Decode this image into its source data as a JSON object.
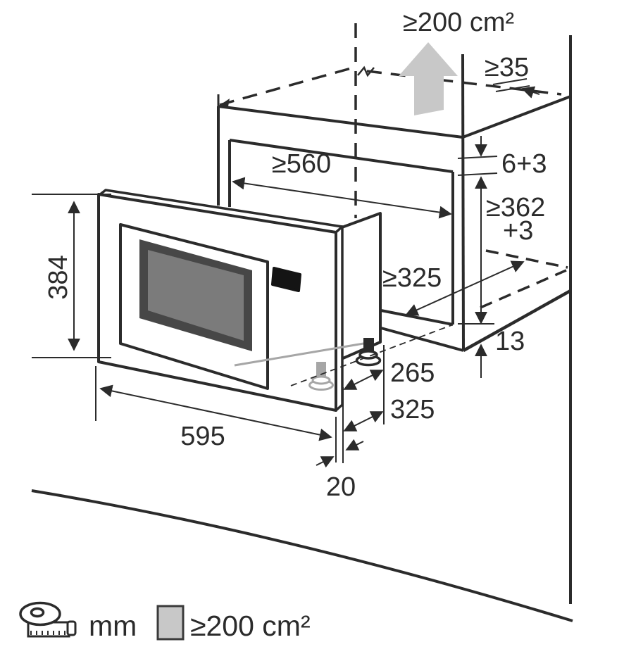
{
  "labels": {
    "vent_area_top": "≥200 cm²",
    "top_clearance": "≥35",
    "niche_width": "≥560",
    "top_gap": "6+3",
    "niche_height": "≥362",
    "niche_height_tol": "+3",
    "niche_depth": "≥325",
    "base_thickness": "13",
    "oven_height": "384",
    "feet_setback": "265",
    "feet_total_depth": "325",
    "oven_width": "595",
    "front_overhang": "20"
  },
  "legend": {
    "unit_icon": "tape-measure-icon",
    "unit": "mm",
    "vent_swatch_icon": "vent-area-swatch",
    "vent_area": "≥200 cm²"
  },
  "colors": {
    "line": "#2b2b2b",
    "window_frame": "#474747",
    "window_glass": "#7b7b7b",
    "display": "#141414",
    "airflow_arrow": "#c8c8c8",
    "hidden_part": "#a6a6a6",
    "swatch": "#c8c8c8"
  }
}
